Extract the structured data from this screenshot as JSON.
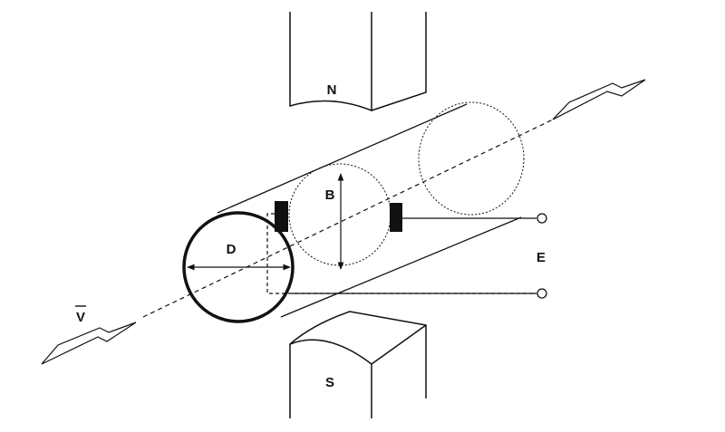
{
  "labels": {
    "north_pole": "N",
    "south_pole": "S",
    "magnetic_field": "B",
    "diameter": "D",
    "emf": "E",
    "velocity": "V"
  },
  "colors": {
    "ink": "#111111",
    "background": "#ffffff"
  }
}
